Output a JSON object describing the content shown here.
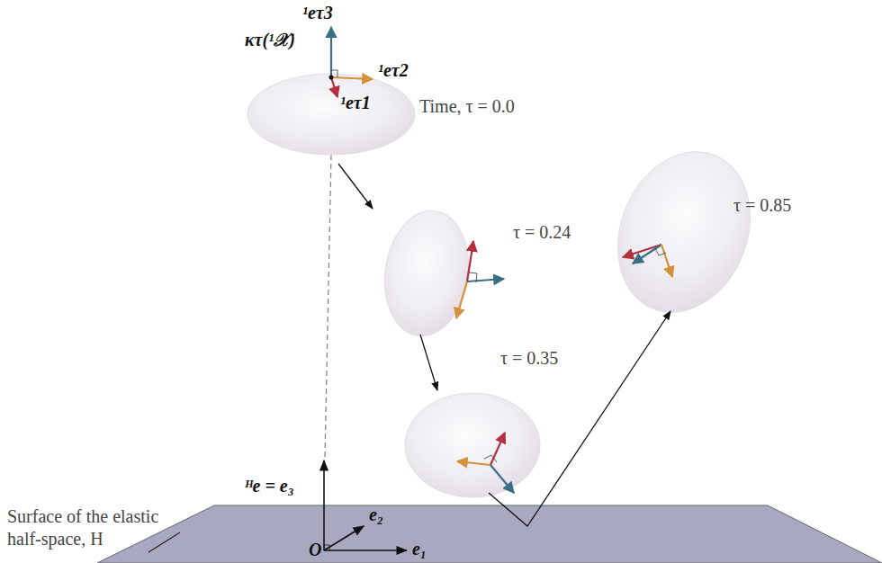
{
  "diagram": {
    "labels": [
      "¹eτ3",
      "κτ(¹𝒳)",
      "¹eτ2",
      "¹eτ1",
      "Time, τ = 0.0",
      "τ = 0.24",
      "τ = 0.85",
      "τ = 0.35",
      "Surface of the elastic half-space, H",
      "ᴴe = e₃",
      "e₂",
      "O",
      "e₁"
    ]
  }
}
